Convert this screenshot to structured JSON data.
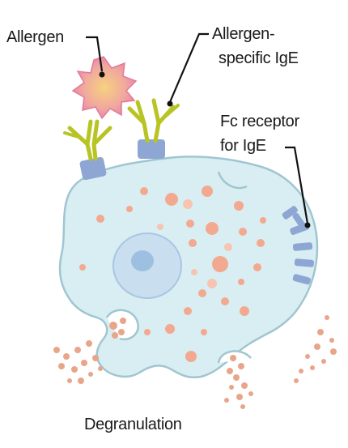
{
  "diagram": {
    "labels": {
      "allergen": "Allergen",
      "allergen_specific_ige_line1": "Allergen-",
      "allergen_specific_ige_line2": "specific IgE",
      "fc_receptor_line1": "Fc receptor",
      "fc_receptor_line2": "for IgE",
      "degranulation": "Degranulation"
    },
    "colors": {
      "cell_fill": "#d9eef3",
      "cell_stroke": "#9fc6d1",
      "nucleus_fill": "#c9dff0",
      "nucleus_core": "#9ec0e0",
      "granule": "#f2a98f",
      "receptor": "#8ea6d4",
      "antibody": "#b8c424",
      "allergen_outer": "#e98aa3",
      "allergen_inner": "#f6c88a",
      "leader_line": "#111111"
    },
    "icons": {
      "allergen": "spiky-allergen-icon",
      "antibody": "y-shaped-antibody-icon",
      "receptor": "fc-receptor-icon",
      "cell": "mast-cell-icon"
    }
  }
}
